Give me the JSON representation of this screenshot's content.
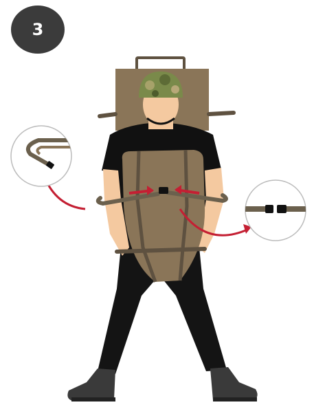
{
  "step": {
    "number": "3"
  },
  "colors": {
    "badge": "#3b3b3b",
    "carrier": "#8a7558",
    "carrier_dark": "#5e5140",
    "strap": "#6b604d",
    "shirt": "#111111",
    "pants": "#141414",
    "skin": "#f4c9a0",
    "arrow_red": "#c41f33",
    "boots": "#3a3a3a",
    "helmet": "#7a8a4a"
  },
  "icons": {
    "left_callout": "strap-end-buckle-detail",
    "right_callout": "side-release-buckle-detail"
  }
}
